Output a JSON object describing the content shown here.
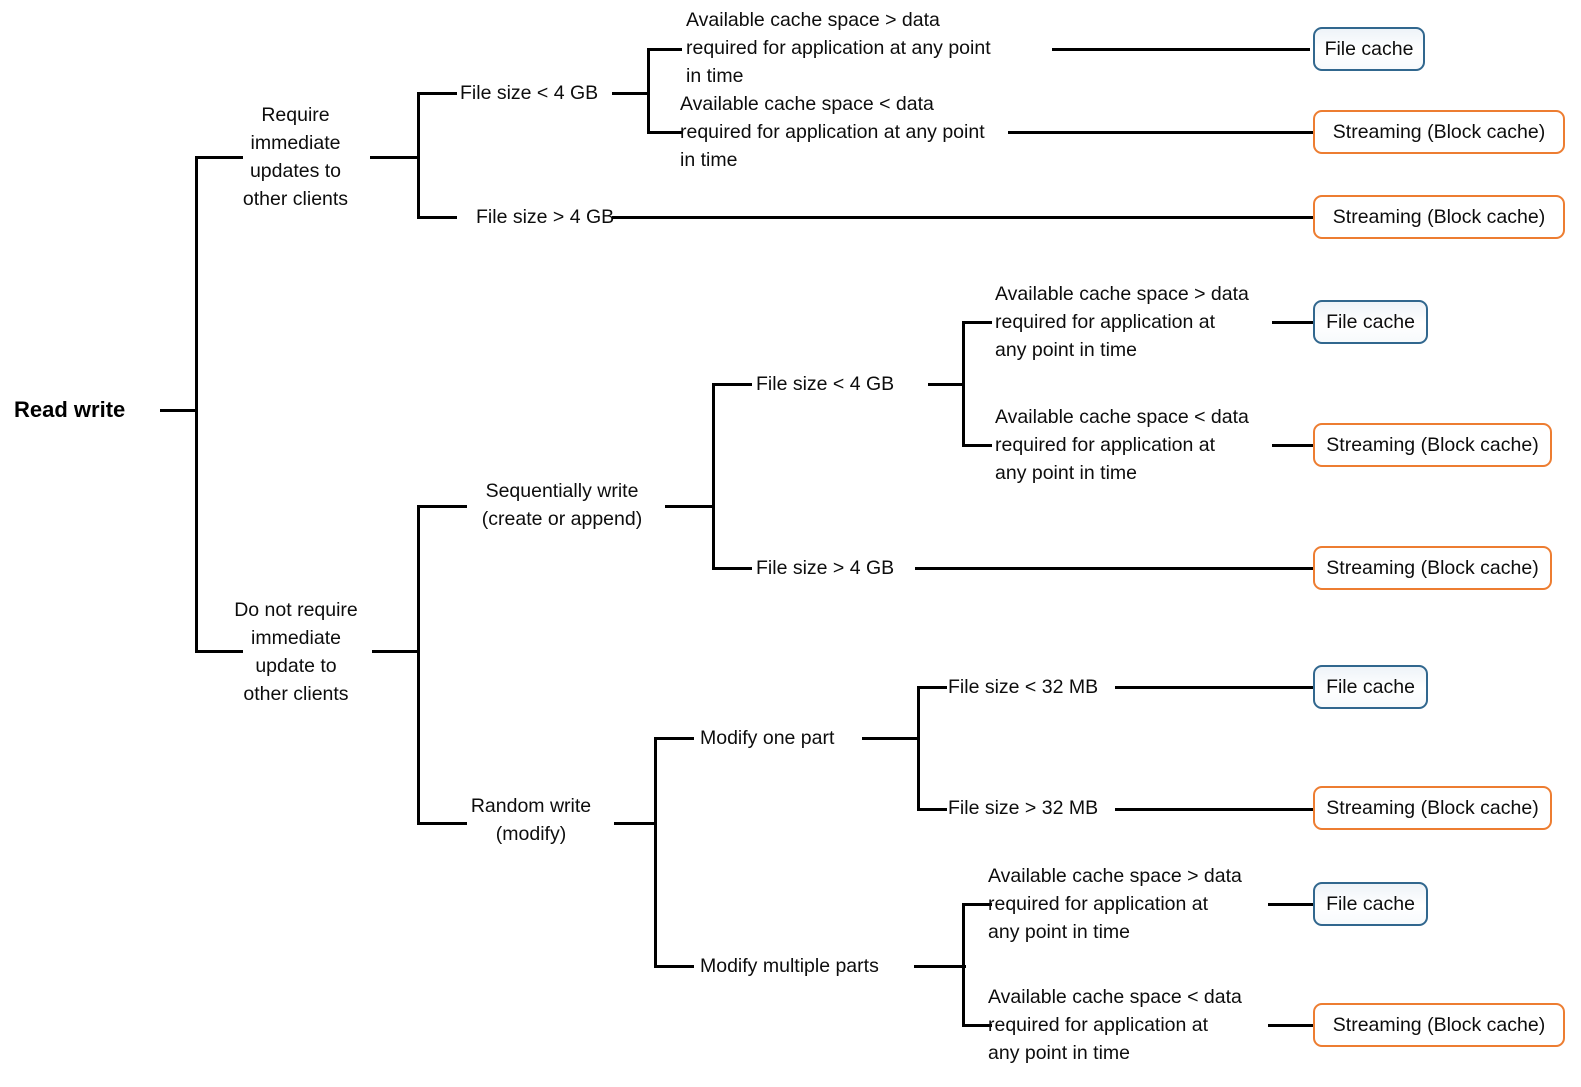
{
  "diagram": {
    "title": "Read write",
    "type": "decision-tree",
    "root": {
      "label": "Read write"
    },
    "colors": {
      "line": "#000000",
      "text": "#0d0d0d",
      "file_cache_border": "#31678E",
      "file_cache_fill": "#eef3f8",
      "streaming_border": "#ED7D31",
      "streaming_fill": "#ffffff"
    },
    "terminal_labels": {
      "file_cache": "File cache",
      "streaming": "Streaming (Block cache)"
    },
    "level1": [
      {
        "id": "require-immediate",
        "label": "Require\nimmediate\nupdates to\nother clients"
      },
      {
        "id": "no-immediate",
        "label": "Do not require\nimmediate\nupdate to\nother clients"
      }
    ],
    "level2": [
      {
        "id": "seq-write",
        "label": "Sequentially write\n(create or append)"
      },
      {
        "id": "random-write",
        "label": "Random write\n(modify)"
      }
    ],
    "level3": [
      {
        "id": "a-size-lt-4gb",
        "label": "File size < 4 GB"
      },
      {
        "id": "a-size-gt-4gb",
        "label": "File size > 4 GB"
      },
      {
        "id": "b-size-lt-4gb",
        "label": "File size < 4 GB"
      },
      {
        "id": "b-size-gt-4gb",
        "label": "File size > 4 GB"
      },
      {
        "id": "modify-one",
        "label": "Modify one part"
      },
      {
        "id": "modify-multiple",
        "label": "Modify multiple parts"
      }
    ],
    "level4": [
      {
        "id": "a1-cache-gt",
        "label": "Available cache space > data\nrequired for application at any point\nin time"
      },
      {
        "id": "a1-cache-lt",
        "label": "Available cache space < data\nrequired for application at any point\nin time"
      },
      {
        "id": "b1-cache-gt",
        "label": "Available cache space > data\nrequired for application at\nany point in time"
      },
      {
        "id": "b1-cache-lt",
        "label": "Available cache space < data\nrequired for application at\nany point in time"
      },
      {
        "id": "c-size-lt-32mb",
        "label": "File size < 32 MB"
      },
      {
        "id": "c-size-gt-32mb",
        "label": "File size > 32 MB"
      },
      {
        "id": "c2-cache-gt",
        "label": "Available cache space > data\nrequired for application at\nany point in time"
      },
      {
        "id": "c2-cache-lt",
        "label": "Available cache space < data\nrequired for application at\nany point in time"
      }
    ],
    "outcomes": [
      {
        "id": "out-1",
        "kind": "file",
        "label": "File cache"
      },
      {
        "id": "out-2",
        "kind": "stream",
        "label": "Streaming (Block cache)"
      },
      {
        "id": "out-3",
        "kind": "stream",
        "label": "Streaming (Block cache)"
      },
      {
        "id": "out-4",
        "kind": "file",
        "label": "File cache"
      },
      {
        "id": "out-5",
        "kind": "stream",
        "label": "Streaming (Block cache)"
      },
      {
        "id": "out-6",
        "kind": "stream",
        "label": "Streaming (Block cache)"
      },
      {
        "id": "out-7",
        "kind": "file",
        "label": "File cache"
      },
      {
        "id": "out-8",
        "kind": "stream",
        "label": "Streaming (Block cache)"
      },
      {
        "id": "out-9",
        "kind": "file",
        "label": "File cache"
      },
      {
        "id": "out-10",
        "kind": "stream",
        "label": "Streaming (Block cache)"
      }
    ]
  }
}
